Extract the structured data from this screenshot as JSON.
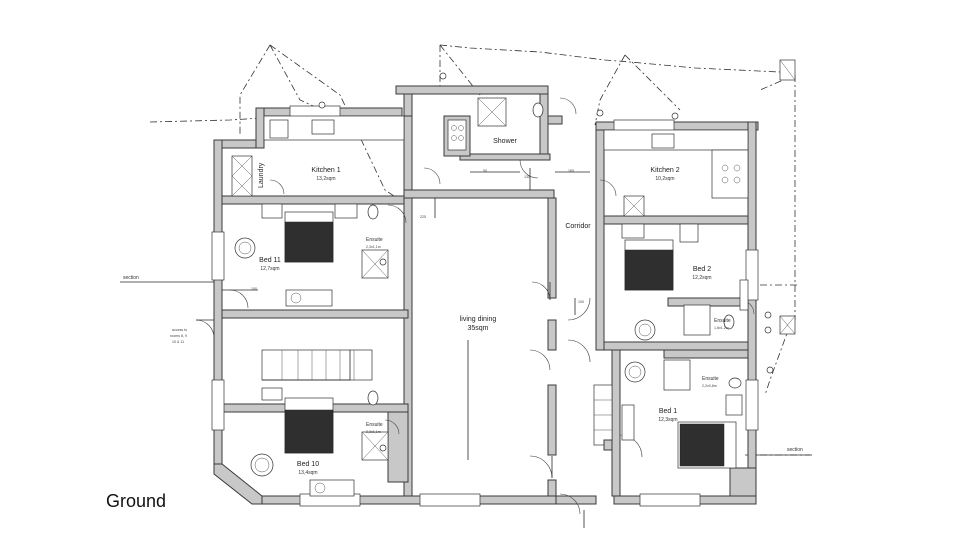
{
  "floor_title": "Ground",
  "rooms": {
    "laundry": "Laundry",
    "kitchen1": "Kitchen 1",
    "kitchen1_area": "13,2sqm",
    "shower": "Shower",
    "kitchen2": "Kitchen 2",
    "kitchen2_area": "10,2sqm",
    "corridor": "Corridor",
    "bed11": "Bed 11",
    "bed11_area": "12,7sqm",
    "bed2": "Bed 2",
    "bed2_area": "12,2sqm",
    "bed10": "Bed 10",
    "bed10_area": "13,4sqm",
    "bed1": "Bed 1",
    "bed1_area": "12,3sqm",
    "living": "living dining",
    "living_area": "35sqm",
    "ensuite_11": "Ensuite",
    "ensuite_11_dim": "2,3x1,1m",
    "ensuite_10": "Ensuite",
    "ensuite_10_dim": "2,3x1,1m",
    "ensuite_2": "Ensuite",
    "ensuite_2_dim": "1,8x1,2m",
    "ensuite_1": "Ensuite",
    "ensuite_1_dim": "2,2x0,8m"
  },
  "labels": {
    "section_left": "section",
    "section_right": "section",
    "access_1": "access to",
    "access_2": "rooms 8, 9",
    "access_3": "10 & 11"
  },
  "dimensions": {
    "d50": "50",
    "d135": "135",
    "d165": "165",
    "d225": "225",
    "d100a": "100",
    "d100b": "100"
  }
}
